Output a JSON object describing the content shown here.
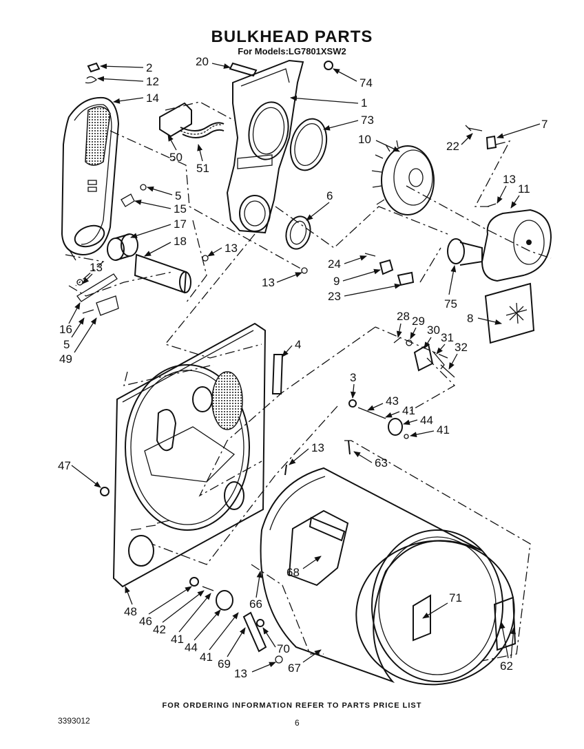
{
  "header": {
    "title": "BULKHEAD PARTS",
    "subtitle": "For Models:LG7801XSW2"
  },
  "footer": {
    "ordering_note": "FOR ORDERING INFORMATION REFER TO PARTS PRICE LIST",
    "document_number": "3393012",
    "page_number": "6"
  },
  "callouts": [
    {
      "id": "c2",
      "label": "2"
    },
    {
      "id": "c12",
      "label": "12"
    },
    {
      "id": "c14",
      "label": "14"
    },
    {
      "id": "c20",
      "label": "20"
    },
    {
      "id": "c74",
      "label": "74"
    },
    {
      "id": "c1",
      "label": "1"
    },
    {
      "id": "c73",
      "label": "73"
    },
    {
      "id": "c7",
      "label": "7"
    },
    {
      "id": "c22",
      "label": "22"
    },
    {
      "id": "c10",
      "label": "10"
    },
    {
      "id": "c50",
      "label": "50"
    },
    {
      "id": "c51",
      "label": "51"
    },
    {
      "id": "c13a",
      "label": "13"
    },
    {
      "id": "c11",
      "label": "11"
    },
    {
      "id": "c5a",
      "label": "5"
    },
    {
      "id": "c15",
      "label": "15"
    },
    {
      "id": "c6",
      "label": "6"
    },
    {
      "id": "c17",
      "label": "17"
    },
    {
      "id": "c18",
      "label": "18"
    },
    {
      "id": "c13b",
      "label": "13"
    },
    {
      "id": "c24",
      "label": "24"
    },
    {
      "id": "c9",
      "label": "9"
    },
    {
      "id": "c13c",
      "label": "13"
    },
    {
      "id": "c13d",
      "label": "13"
    },
    {
      "id": "c23",
      "label": "23"
    },
    {
      "id": "c75",
      "label": "75"
    },
    {
      "id": "c8",
      "label": "8"
    },
    {
      "id": "c16",
      "label": "16"
    },
    {
      "id": "c5b",
      "label": "5"
    },
    {
      "id": "c49",
      "label": "49"
    },
    {
      "id": "c28",
      "label": "28"
    },
    {
      "id": "c29",
      "label": "29"
    },
    {
      "id": "c30",
      "label": "30"
    },
    {
      "id": "c31",
      "label": "31"
    },
    {
      "id": "c32",
      "label": "32"
    },
    {
      "id": "c4",
      "label": "4"
    },
    {
      "id": "c3",
      "label": "3"
    },
    {
      "id": "c43",
      "label": "43"
    },
    {
      "id": "c41a",
      "label": "41"
    },
    {
      "id": "c44a",
      "label": "44"
    },
    {
      "id": "c41b",
      "label": "41"
    },
    {
      "id": "c47",
      "label": "47"
    },
    {
      "id": "c13e",
      "label": "13"
    },
    {
      "id": "c63",
      "label": "63"
    },
    {
      "id": "c68",
      "label": "68"
    },
    {
      "id": "c71",
      "label": "71"
    },
    {
      "id": "c48",
      "label": "48"
    },
    {
      "id": "c46",
      "label": "46"
    },
    {
      "id": "c42",
      "label": "42"
    },
    {
      "id": "c41c",
      "label": "41"
    },
    {
      "id": "c44b",
      "label": "44"
    },
    {
      "id": "c41d",
      "label": "41"
    },
    {
      "id": "c66",
      "label": "66"
    },
    {
      "id": "c70",
      "label": "70"
    },
    {
      "id": "c69",
      "label": "69"
    },
    {
      "id": "c13f",
      "label": "13"
    },
    {
      "id": "c67",
      "label": "67"
    },
    {
      "id": "c62",
      "label": "62"
    }
  ]
}
